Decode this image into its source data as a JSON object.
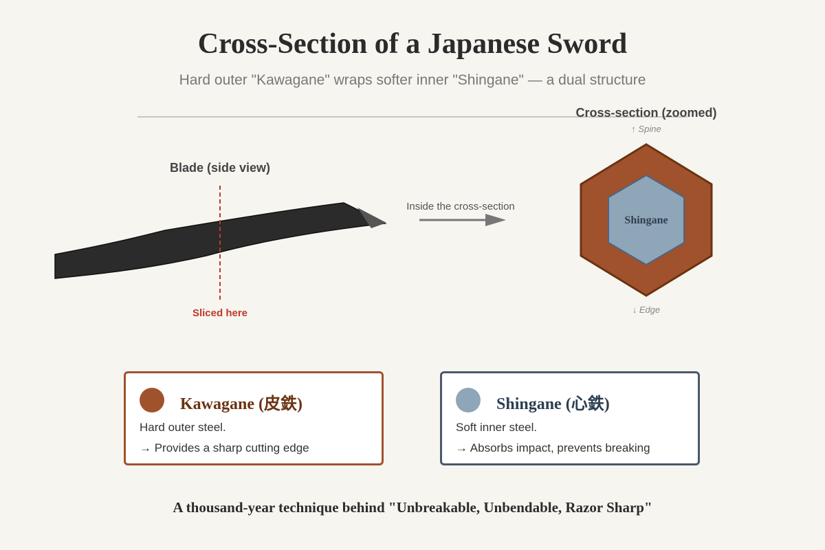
{
  "header": {
    "title": "Cross-Section of a Japanese Sword",
    "subtitle": "Hard outer \"Kawagane\" wraps softer inner \"Shingane\" — a dual structure"
  },
  "colors": {
    "kawagane": "#a0522d",
    "shingane": "#8fa5b8",
    "blade": "#2b2b2b",
    "slice_line": "#c0392b",
    "background": "#f7f5f0"
  },
  "side_view": {
    "label": "Blade (side view)",
    "slice_label": "Sliced here"
  },
  "arrow": {
    "label": "Inside the cross-section"
  },
  "cross_section": {
    "label": "Cross-section (zoomed)",
    "top_label": "↑ Spine",
    "bottom_label": "↓ Edge",
    "inner_label": "Shingane"
  },
  "legend": {
    "kawagane": {
      "title": "Kawagane (皮鉄)",
      "line1": "Hard outer steel.",
      "line2": "→ Provides a sharp cutting edge"
    },
    "shingane": {
      "title": "Shingane (心鉄)",
      "line1": "Soft inner steel.",
      "line2": "→ Absorbs impact, prevents breaking"
    }
  },
  "footer": {
    "text": "A thousand-year technique behind \"Unbreakable, Unbendable, Razor Sharp\""
  }
}
